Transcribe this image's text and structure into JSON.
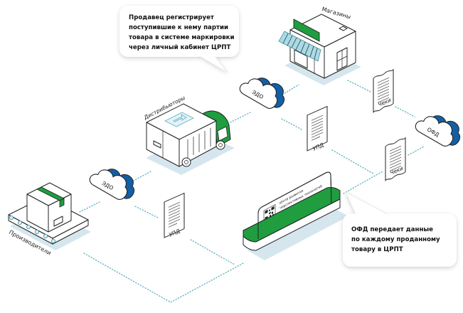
{
  "diagram": {
    "title": "Схема движения маркированного товара",
    "colors": {
      "green": "#1f9d3f",
      "blue": "#135fa5",
      "dotted_line": "#5fb1c1",
      "shadow": "#d5e6ee",
      "awning": "#a9dbe7"
    },
    "bubbles": {
      "seller": {
        "lines": [
          "Продавец регистрирует",
          "поступившие к нему партии",
          "товара в системе маркировки",
          "через личный кабинет ЦРПТ"
        ]
      },
      "ofd": {
        "lines": [
          "ОФД передает данные",
          "по каждому проданному",
          "товару в ЦРПТ"
        ]
      }
    },
    "nodes": {
      "producers": {
        "label": "Производители",
        "icon": "conveyor-box-icon"
      },
      "distributors": {
        "label": "Дистрибьюторы",
        "icon": "truck-icon"
      },
      "stores": {
        "label": "Магазины",
        "icon": "store-icon"
      },
      "edo_lower": {
        "label": "ЭДО",
        "icon": "cloud-icon"
      },
      "edo_upper": {
        "label": "ЭДО",
        "icon": "cloud-icon"
      },
      "ofd": {
        "label": "ОФД",
        "icon": "cloud-icon"
      },
      "upd_lower": {
        "label": "УПД",
        "icon": "document-icon"
      },
      "upd_upper": {
        "label": "УПД",
        "icon": "document-icon"
      },
      "receipts_upper": {
        "label": "Чеки",
        "icon": "receipt-icon"
      },
      "receipts_lower": {
        "label": "Чеки",
        "icon": "receipt-icon"
      },
      "crpt_stand": {
        "line1": "центр развития",
        "line2": "перспективных технологий",
        "icon": "qr-code-icon"
      }
    }
  }
}
